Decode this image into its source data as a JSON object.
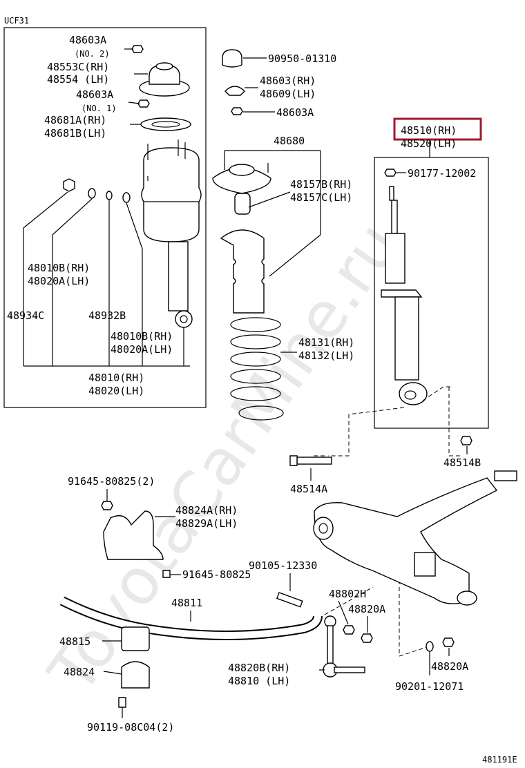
{
  "diagram": {
    "model_code": "UCF31",
    "figure_id": "481191E",
    "watermark": "ToyotaCarMine.ru",
    "highlight_color": "#a0182e",
    "labels": {
      "l48603a_top": "48603A",
      "no2": "(NO. 2)",
      "l48553c": "48553C(RH)",
      "l48554": "48554  (LH)",
      "l48603a_mid": "48603A",
      "no1": "(NO. 1)",
      "l48681a": "48681A(RH)",
      "l48681b": "48681B(LH)",
      "l48010b_a": "48010B(RH)",
      "l48020a_a": "48020A(LH)",
      "l48934c": "48934C",
      "l48932b": "48932B",
      "l48010b_b": "48010B(RH)",
      "l48020a_b": "48020A(LH)",
      "l48010": "48010(RH)",
      "l48020": "48020(LH)",
      "l90950": "90950-01310",
      "l48603_rh": "48603(RH)",
      "l48609_lh": "48609(LH)",
      "l48603a_c": "48603A",
      "l48680": "48680",
      "l48157b": "48157B(RH)",
      "l48157c": "48157C(LH)",
      "l48131": "48131(RH)",
      "l48132": "48132(LH)",
      "l48510": "48510(RH)",
      "l48520": "48520(LH)",
      "l90177": "90177-12002",
      "l48514b": "48514B",
      "l48514a": "48514A",
      "l91645_2": "91645-80825(2)",
      "l48824a": "48824A(RH)",
      "l48829a": "48829A(LH)",
      "l91645": "91645-80825",
      "l90105": "90105-12330",
      "l48811": "48811",
      "l48802h": "48802H",
      "l48820a_1": "48820A",
      "l48815": "48815",
      "l48824": "48824",
      "l48820b": "48820B(RH)",
      "l48810": "48810  (LH)",
      "l48820a_2": "48820A",
      "l90201": "90201-12071",
      "l90119": "90119-08C04(2)"
    }
  }
}
